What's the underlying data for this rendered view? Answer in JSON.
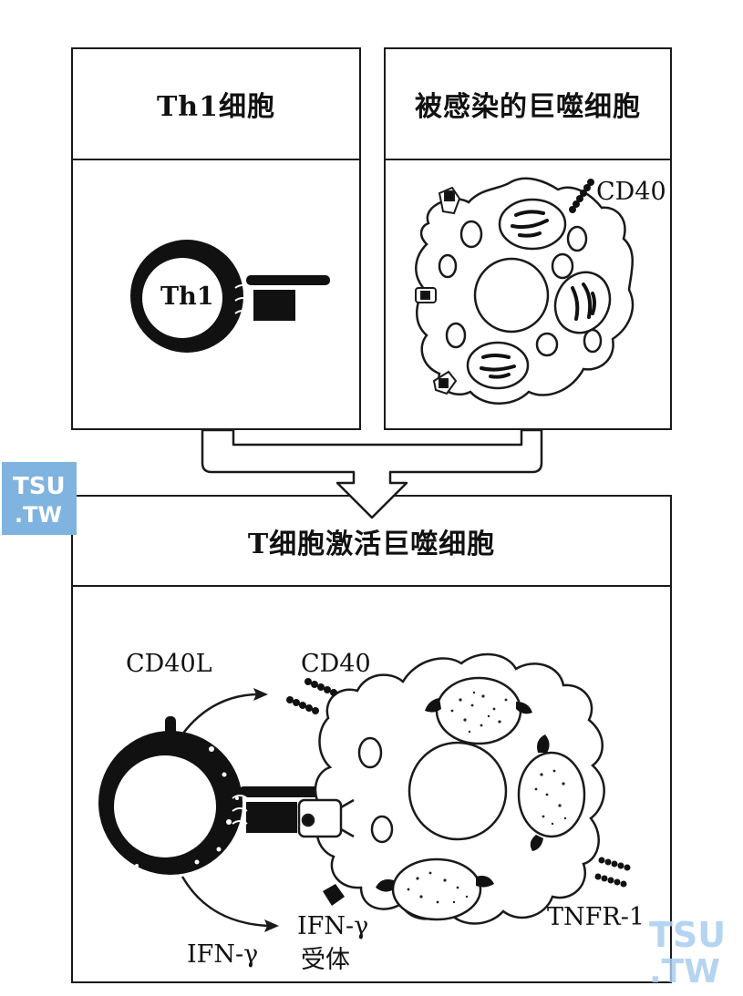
{
  "panels": {
    "th1_cell": {
      "title": "Th1细胞",
      "cell_label": "Th1"
    },
    "infected_macrophage": {
      "title": "被感染的巨噬细胞",
      "cd40_label": "CD40"
    },
    "activation": {
      "title": "T细胞激活巨噬细胞",
      "cd40l_label": "CD40L",
      "cd40_label": "CD40",
      "ifn_gamma_label": "IFN-γ",
      "ifn_gamma_receptor_line1": "IFN-γ",
      "ifn_gamma_receptor_line2": "受体",
      "tnfr1_label": "TNFR-1"
    }
  },
  "watermark": {
    "line1": "TSU",
    "line2": ".TW",
    "color": "#7fb3e0"
  }
}
